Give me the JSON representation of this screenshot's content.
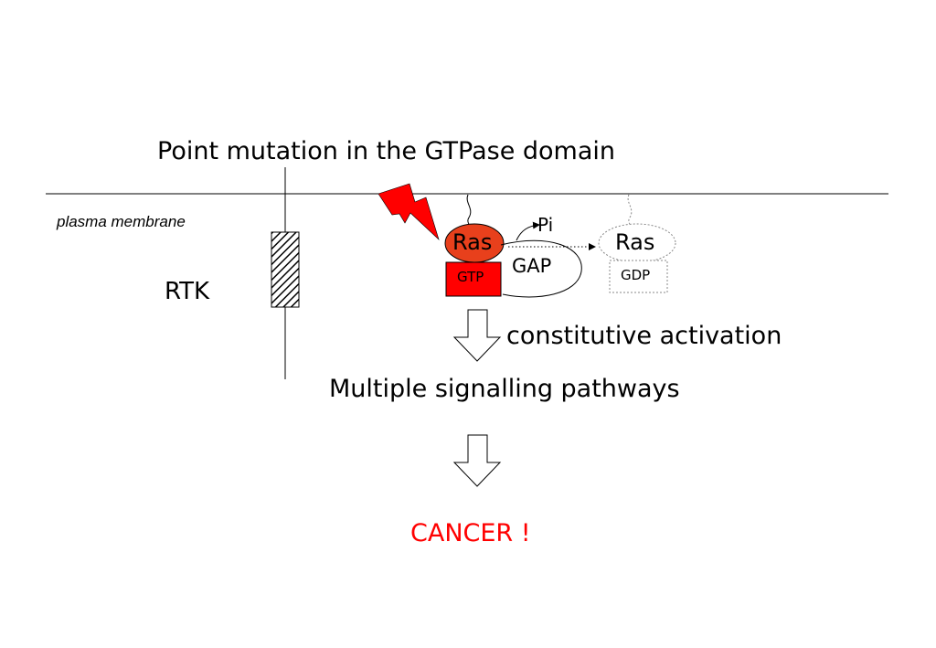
{
  "title": "Point mutation in the GTPase domain",
  "membrane": {
    "label": "plasma membrane"
  },
  "rtk": {
    "label": "RTK"
  },
  "ras_active": {
    "label": "Ras",
    "nucleotide": "GTP",
    "color": "#e8401c",
    "box_color": "#ff0000"
  },
  "ras_inactive": {
    "label": "Ras",
    "nucleotide": "GDP"
  },
  "hydrolysis": {
    "pi": "Pi",
    "enzyme": "GAP"
  },
  "mutation_icon": "lightning-bolt-icon",
  "mutation_color": "#ff0000",
  "steps": {
    "activation": "constitutive activation",
    "pathways": "Multiple signalling pathways",
    "outcome": "CANCER !",
    "outcome_color": "#ff0000"
  }
}
